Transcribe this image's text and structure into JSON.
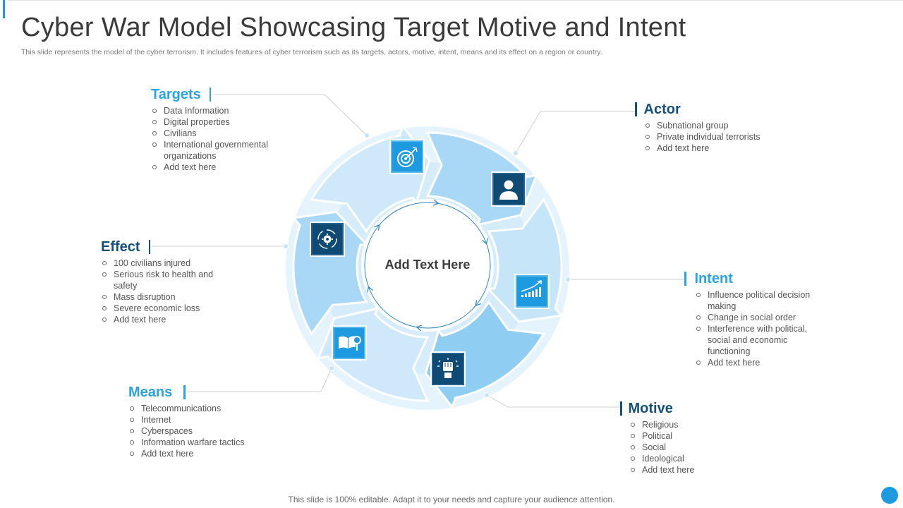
{
  "title": "Cyber War Model Showcasing Target Motive and Intent",
  "subtitle": "This slide represents the model of the cyber terrorism. It includes features of cyber terrorism such as its targets, actors, motive, intent, means and its effect on a region or country.",
  "footer": "This slide is 100% editable. Adapt it to your  needs and capture your audience attention.",
  "center_label": "Add Text Here",
  "colors": {
    "accent_light": "#29a3e2",
    "accent_dark": "#14507a",
    "icon_light": "#1e9be0",
    "icon_dark": "#0f4a74"
  },
  "sections": {
    "targets": {
      "heading": "Targets",
      "icon": "target-icon",
      "items": [
        "Data Information",
        "Digital properties",
        "Civilians",
        "International governmental organizations",
        "Add text here"
      ]
    },
    "actor": {
      "heading": "Actor",
      "icon": "user-icon",
      "items": [
        "Subnational group",
        "Private individual  terrorists",
        "Add text here"
      ]
    },
    "intent": {
      "heading": "Intent",
      "icon": "growth-chart-icon",
      "items": [
        "Influence political decision making",
        "Change  in social order",
        "Interference with political, social and economic functioning",
        "Add text here"
      ]
    },
    "motive": {
      "heading": "Motive",
      "icon": "raised-fist-icon",
      "items": [
        "Religious",
        "Political",
        "Social",
        "Ideological",
        "Add text here"
      ]
    },
    "means": {
      "heading": "Means",
      "icon": "book-search-icon",
      "items": [
        "Telecommunications",
        "Internet",
        "Cyberspaces",
        "Information  warfare  tactics",
        "Add text here"
      ]
    },
    "effect": {
      "heading": "Effect",
      "icon": "gear-cycle-icon",
      "items": [
        "100  civilians injured",
        "Serious risk to health and safety",
        "Mass disruption",
        "Severe  economic loss",
        "Add text here"
      ]
    }
  }
}
